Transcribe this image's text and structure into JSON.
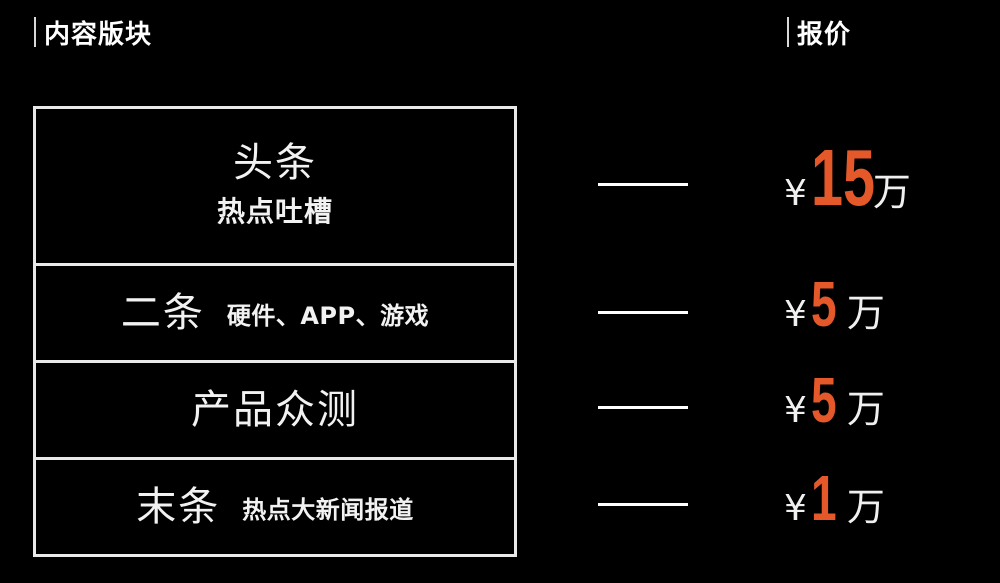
{
  "header": {
    "left_label": "内容版块",
    "right_label": "报价"
  },
  "colors": {
    "background": "#000000",
    "text": "#ffffff",
    "price_accent": "#e4582a"
  },
  "rows": [
    {
      "title": "头条",
      "subtitle": "热点吐槽",
      "dash": "—",
      "price": {
        "currency": "¥",
        "amount": "15",
        "unit": "万"
      }
    },
    {
      "title": "二条",
      "subtitle": "硬件、APP、游戏",
      "price": {
        "currency": "¥",
        "amount": "5",
        "unit": "万"
      }
    },
    {
      "title": "产品众测",
      "subtitle": "",
      "price": {
        "currency": "¥",
        "amount": "5",
        "unit": "万"
      }
    },
    {
      "title": "末条",
      "subtitle": "热点大新闻报道",
      "price": {
        "currency": "¥",
        "amount": "1",
        "unit": "万"
      }
    }
  ]
}
